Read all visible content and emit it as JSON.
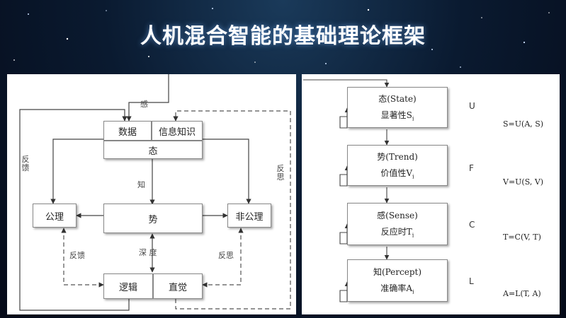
{
  "title": "人机混合智能的基础理论框架",
  "left": {
    "boxes": {
      "data": "数据",
      "info": "信息知识",
      "state": "态",
      "trend": "势",
      "axiom": "公理",
      "non_axiom": "非公理",
      "logic": "逻辑",
      "intuition": "直觉"
    },
    "labels": {
      "sense": "感",
      "know": "知",
      "feedback_left": "反馈",
      "reflect_right": "反思",
      "feedback_inner": "反馈",
      "reflect_inner": "反思",
      "depth": "深 度"
    }
  },
  "right": {
    "boxes": [
      {
        "name": "态(State)",
        "metric": "显著性S"
      },
      {
        "name": "势(Trend)",
        "metric": "价值性V"
      },
      {
        "name": "感(Sense)",
        "metric": "反应时T"
      },
      {
        "name": "知(Percept)",
        "metric": "准确率A"
      }
    ],
    "subscript": "i",
    "letters": [
      "U",
      "F",
      "C",
      "L"
    ],
    "formulas": [
      "S=U(A,  S)",
      "V=U(S,  V)",
      "T=C(V,  T)",
      "A=L(T,  A)"
    ]
  }
}
